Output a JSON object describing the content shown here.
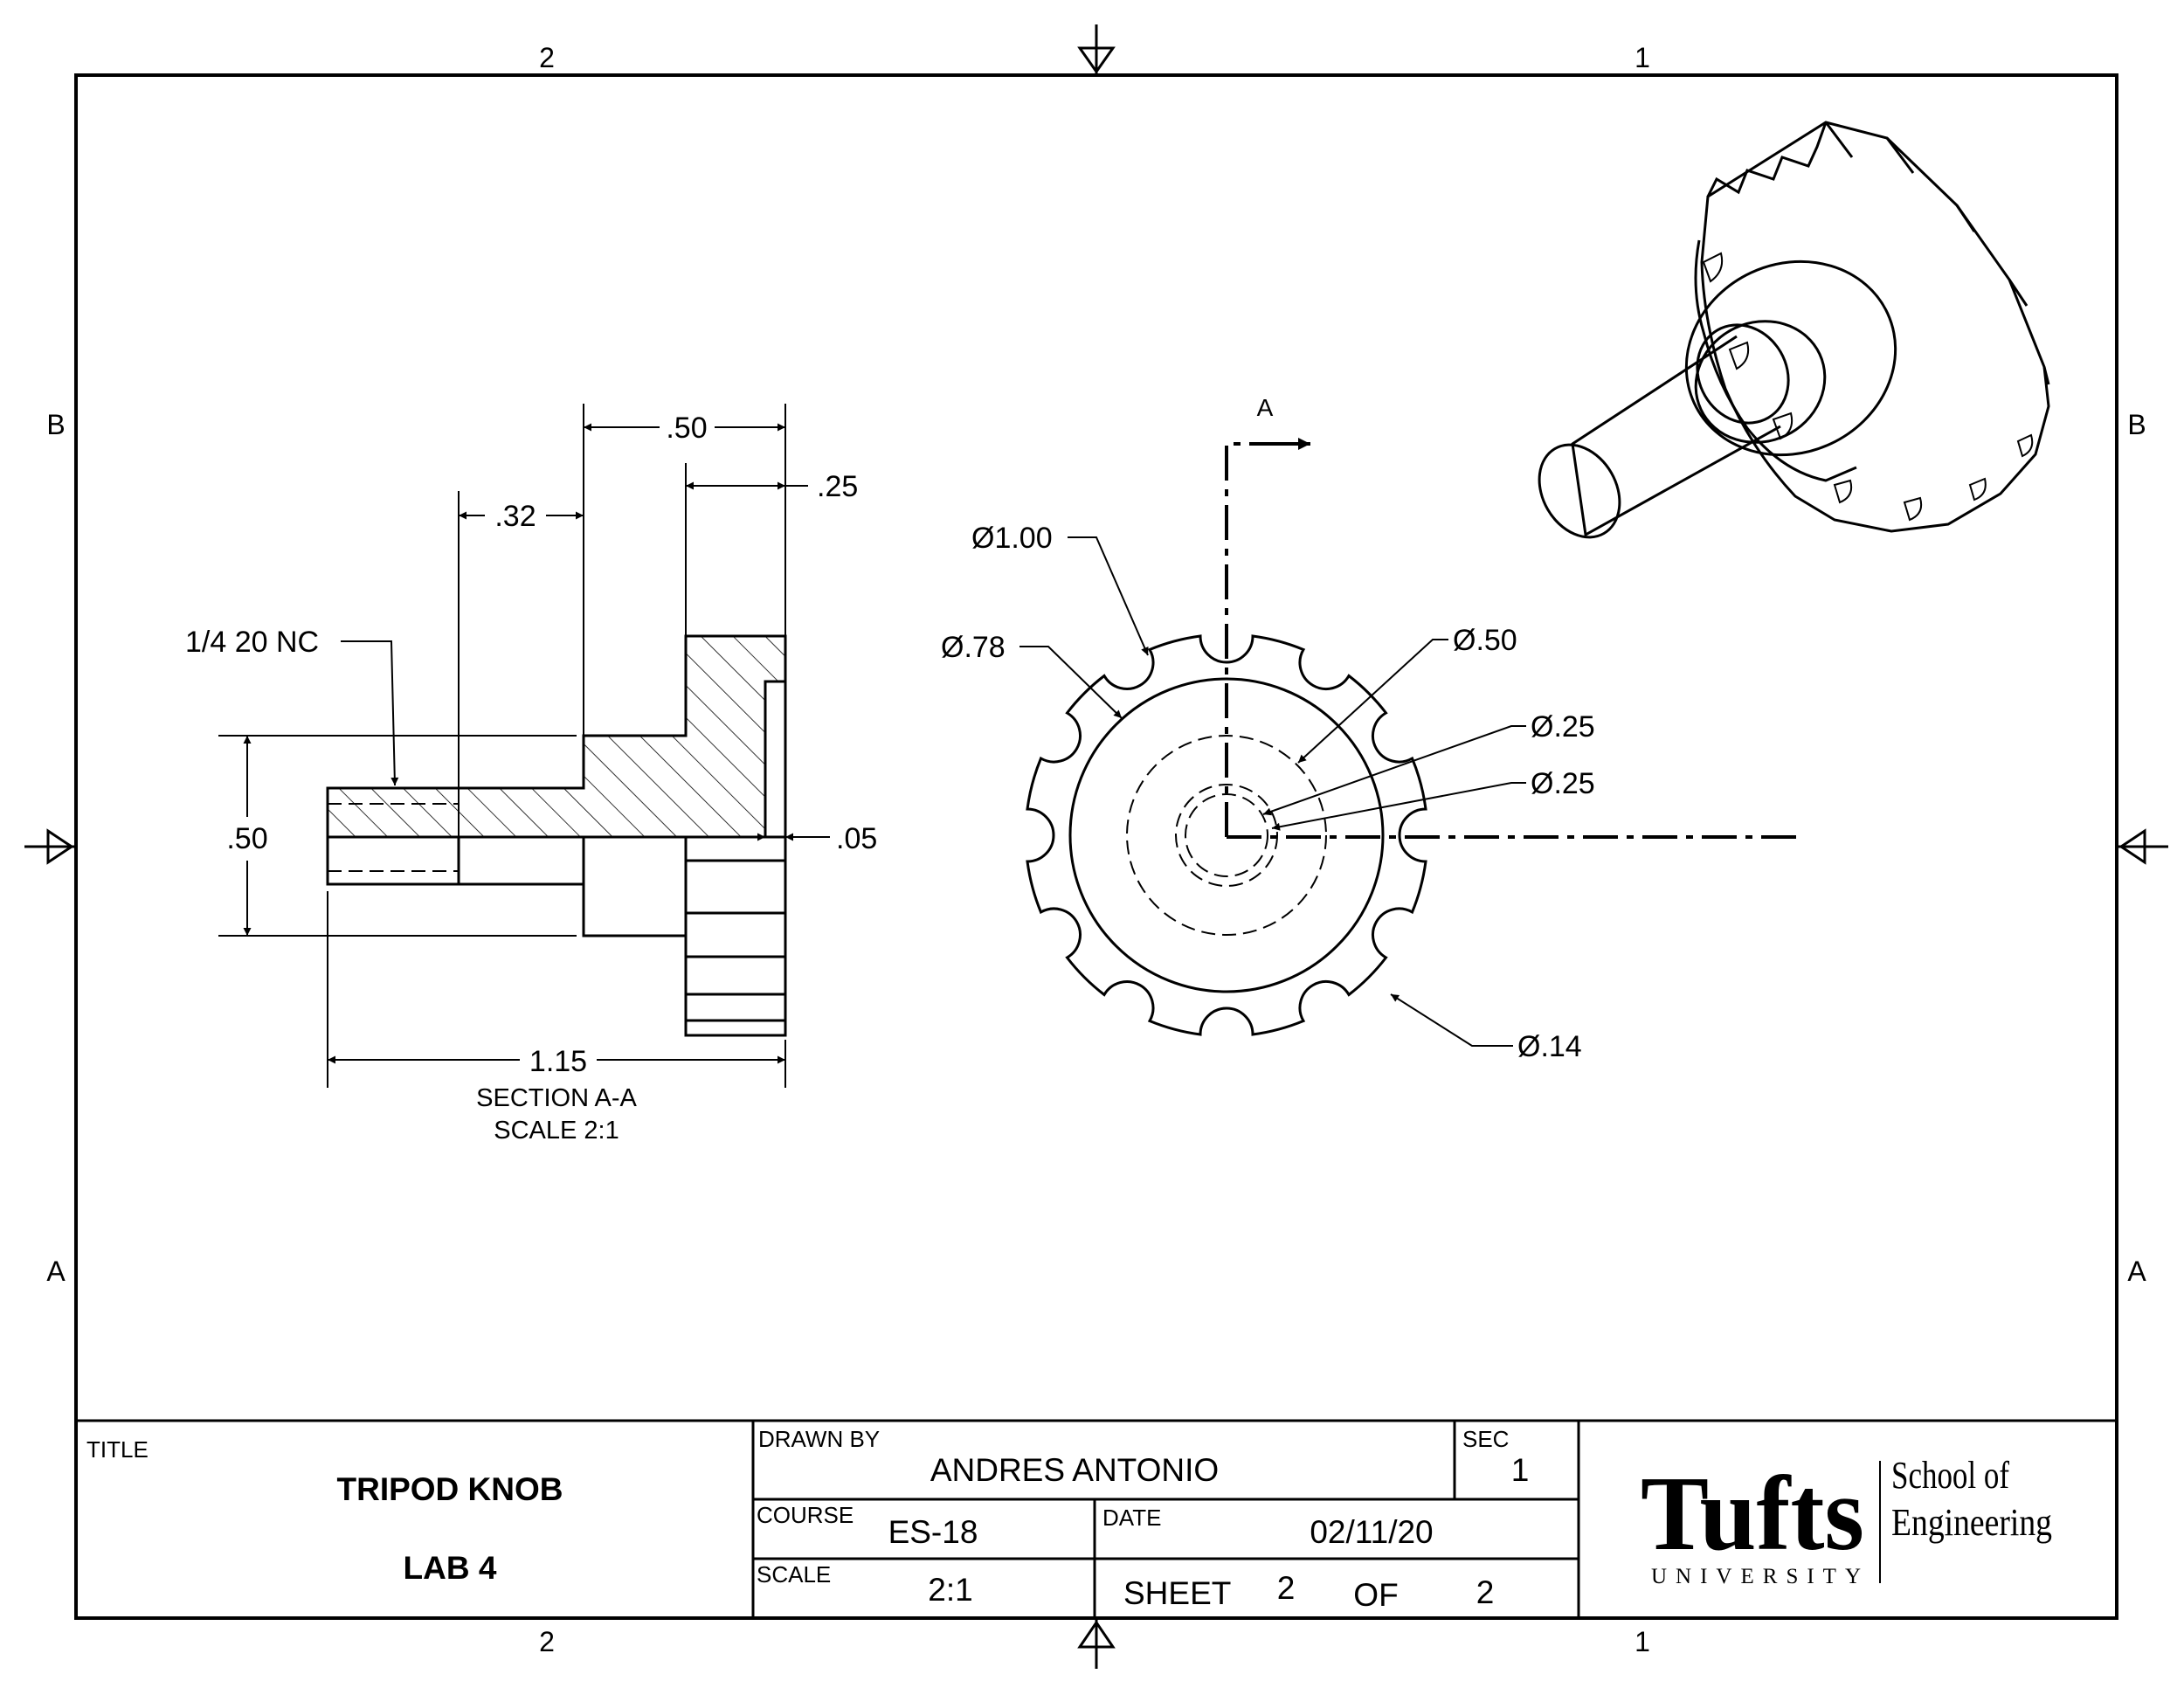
{
  "frame": {
    "zone_columns_top": [
      "2",
      "1"
    ],
    "zone_columns_bottom": [
      "2",
      "1"
    ],
    "zone_rows_left": [
      "B",
      "A"
    ],
    "zone_rows_right": [
      "B",
      "A"
    ]
  },
  "section_view": {
    "dimensions": {
      "overall_length": "1.15",
      "flange_to_end": ".50",
      "thread_length": ".32",
      "flange_thickness": ".25",
      "shaft_dia": ".50",
      "recess_depth": ".05"
    },
    "thread_callout": "1/4 20 NC",
    "label": "SECTION A-A",
    "scale_label": "SCALE 2:1"
  },
  "front_view": {
    "section_marker": "A",
    "callouts": {
      "outer_dia": "Ø1.00",
      "pitch_dia": "Ø.78",
      "hub_dia": "Ø.50",
      "bore_dia_1": "Ø.25",
      "bore_dia_2": "Ø.25",
      "notch_dia": "Ø.14"
    },
    "notch_count": 12
  },
  "title_block": {
    "title_label": "TITLE",
    "title_line1": "TRIPOD KNOB",
    "title_line2": "LAB 4",
    "drawn_by_label": "DRAWN BY",
    "drawn_by": "ANDRES ANTONIO",
    "sec_label": "SEC",
    "sec": "1",
    "course_label": "COURSE",
    "course": "ES-18",
    "date_label": "DATE",
    "date": "02/11/20",
    "scale_label": "SCALE",
    "scale": "2:1",
    "sheet_label": "SHEET",
    "sheet": "2",
    "of_label": "OF",
    "of": "2"
  },
  "logo": {
    "wordmark": "Tufts",
    "university": "UNIVERSITY",
    "school_line1": "School of",
    "school_line2": "Engineering"
  }
}
